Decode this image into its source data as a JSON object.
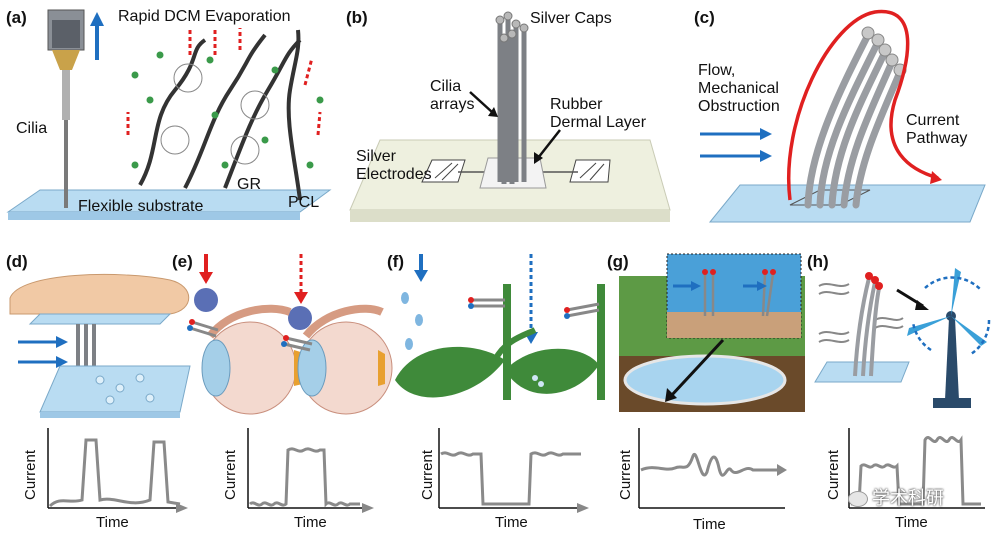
{
  "panels": {
    "a": {
      "label": "(a)",
      "cilia": "Cilia",
      "evaporation": "Rapid DCM Evaporation",
      "gr": "GR",
      "pcl": "PCL",
      "substrate": "Flexible substrate"
    },
    "b": {
      "label": "(b)",
      "silver_caps": "Silver Caps",
      "cilia_arrays": "Cilia\narrays",
      "rubber": "Rubber\nDermal Layer",
      "silver_electrodes": "Silver\nElectrodes"
    },
    "c": {
      "label": "(c)",
      "flow": "Flow,\nMechanical\nObstruction",
      "current_pathway": "Current\nPathway"
    },
    "d": {
      "label": "(d)"
    },
    "e": {
      "label": "(e)"
    },
    "f": {
      "label": "(f)"
    },
    "g": {
      "label": "(g)"
    },
    "h": {
      "label": "(h)"
    }
  },
  "plots": {
    "xlabel": "Time",
    "ylabel": "Current"
  },
  "watermark": "学术科研",
  "colors": {
    "red_arrow": "#e02020",
    "blue_arrow": "#1f6fc0",
    "leaf_green": "#3f8a3a",
    "glass_blue": "#b9dcf2",
    "trace_gray": "#8a8a8a"
  }
}
